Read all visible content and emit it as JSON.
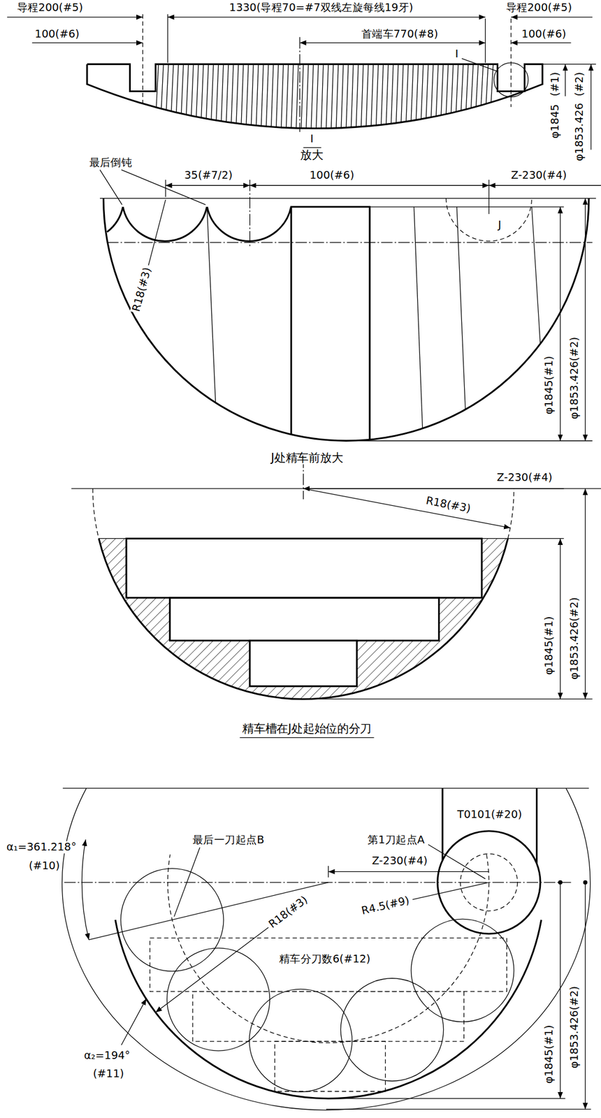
{
  "diagram": {
    "labels": [
      "导程200(#5)",
      "1330(导程70=#7双线左旋每线19牙)",
      "导程200(#5)",
      "100(#6)",
      "首端车770(#8)",
      "100(#6)",
      "I",
      "φ1845",
      "(#1)",
      "φ1853.426",
      "(#2)",
      "I",
      "放大",
      "最后倒钝",
      "35(#7/2)",
      "100(#6)",
      "Z-230(#4)",
      "R18(#3)",
      "J",
      "φ1845(#1)",
      "φ1853.426(#2)",
      "J处精车前放大",
      "Z-230(#4)",
      "R18(#3)",
      "φ1845(#1)",
      "φ1853.426(#2)",
      "精车槽在J处起始位的分刀",
      "T0101(#20)",
      "α₁=361.218°",
      "(#10)",
      "最后一刀起点B",
      "第1刀起点A",
      "Z-230(#4)",
      "R4.5(#9)",
      "精车分刀数6(#12)",
      "R18(#3)",
      "α₂=194°",
      "(#11)",
      "φ1845(#1)",
      "φ1853.426(#2)"
    ]
  }
}
